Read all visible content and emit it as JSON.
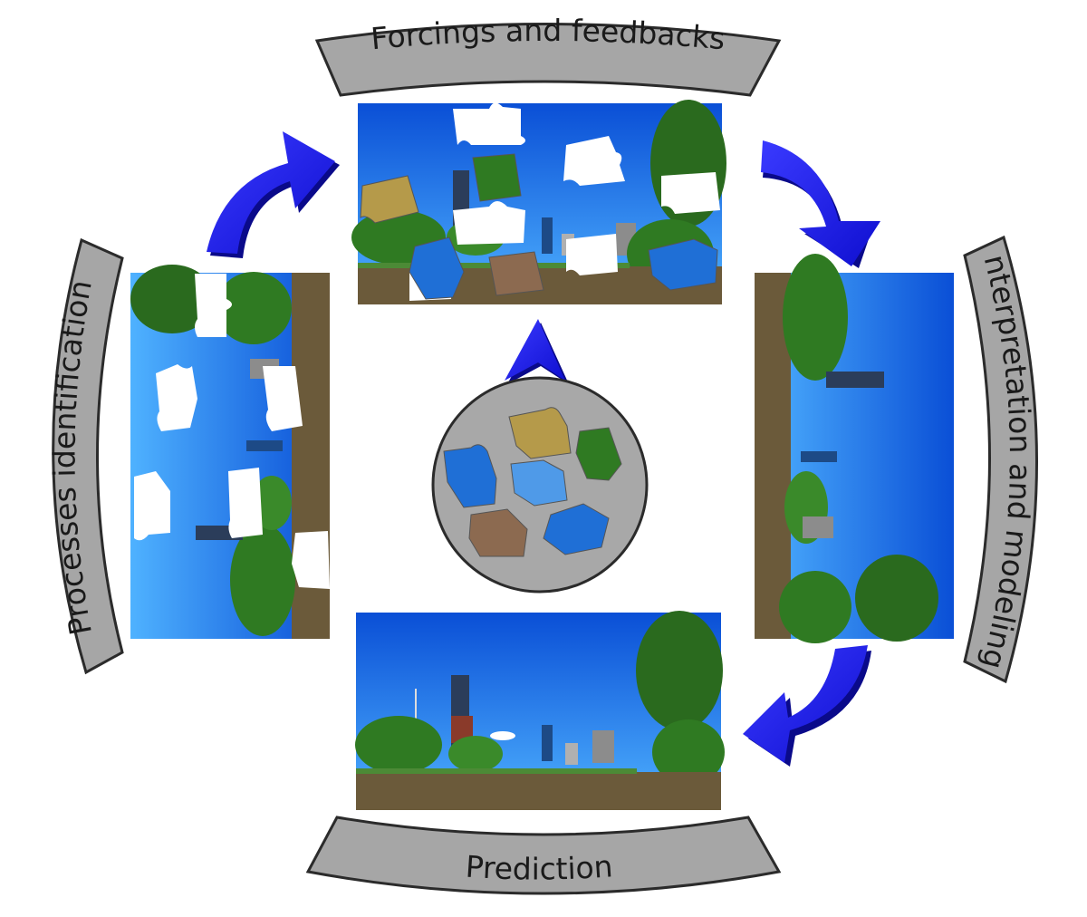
{
  "labels": {
    "top": "Forcings and feedbacks",
    "left": "Processes identification",
    "right": "Interpretation and modeling",
    "bottom": "Prediction"
  },
  "colors": {
    "band_fill": "#a6a6a6",
    "band_stroke": "#2b2b2b",
    "arrow_blue": "#1c1cf2",
    "arrow_shadow": "#0a0a8a",
    "sky_top": "#0a4fd6",
    "sky_bottom": "#3fa6ff",
    "tree_green": "#2f7a22",
    "river": "#6b5a3a",
    "missing_piece": "#ffffff",
    "circle_fill": "#a8a8a8"
  },
  "icons": {
    "cycle_arrows": "curved-arrow-icon",
    "center_arrow": "arrowhead-icon"
  }
}
